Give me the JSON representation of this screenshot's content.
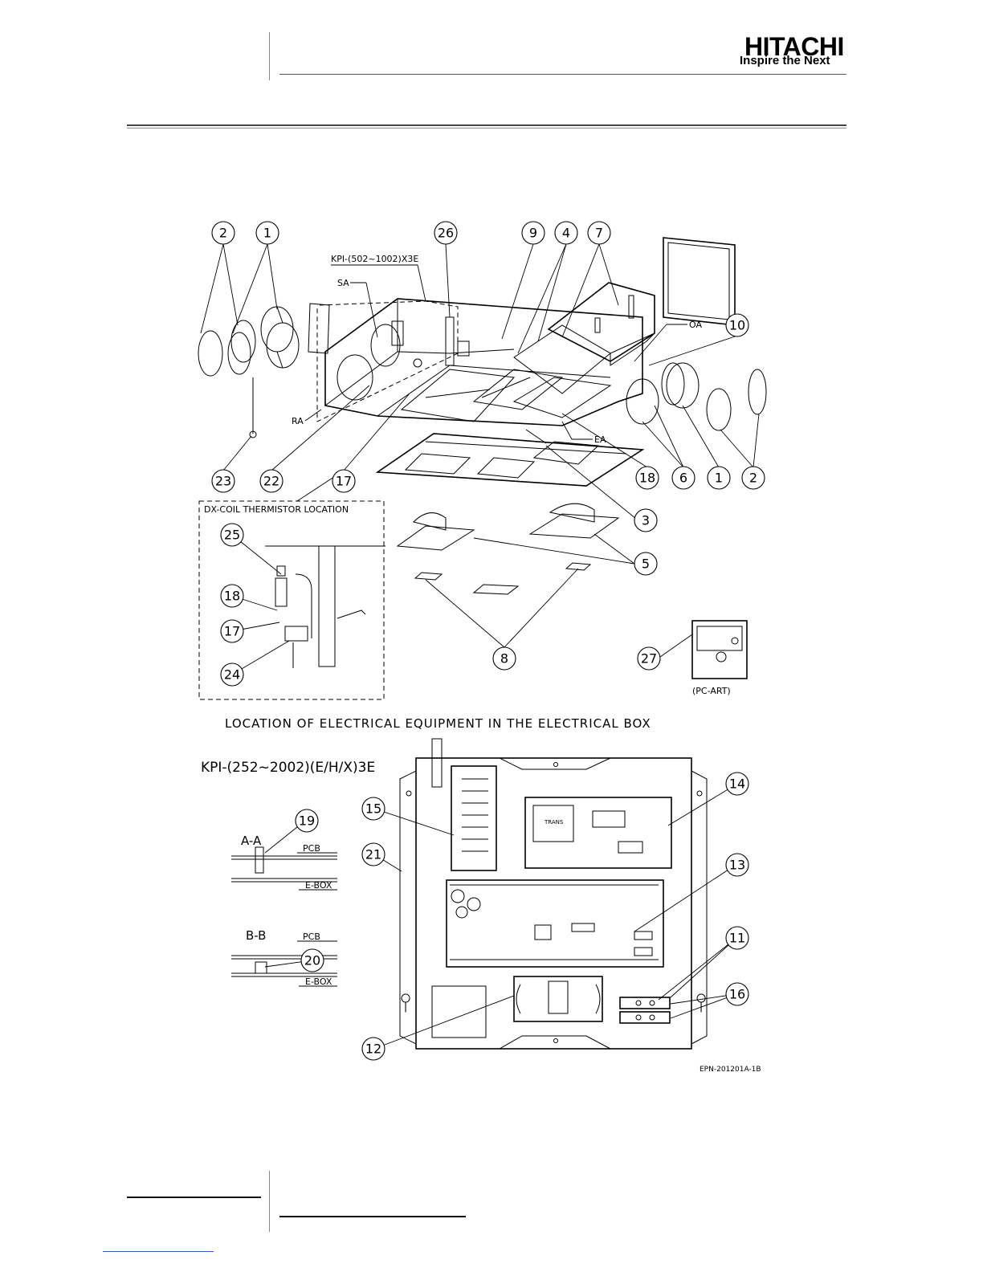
{
  "header": {
    "brand": "HITACHI",
    "tagline": "Inspire the Next"
  },
  "figure": {
    "unit_model_top": "KPI-(502~1002)X3E",
    "port_labels": {
      "sa": "SA",
      "oa": "OA",
      "ra": "RA",
      "ea": "EA"
    },
    "inset_title": "DX-COIL THERMISTOR LOCATION",
    "remote_label": "(PC-ART)",
    "section_title": "LOCATION OF ELECTRICAL EQUIPMENT IN THE ELECTRICAL BOX",
    "unit_model_bottom": "KPI-(252~2002)(E/H/X)3E",
    "section_aa": "A-A",
    "section_bb": "B-B",
    "pcb_label": "PCB",
    "ebox_label": "E-BOX",
    "transformer_label": "TRANS",
    "drawing_number": "EPN-201201A-1B"
  },
  "callouts": [
    "1",
    "2",
    "3",
    "4",
    "5",
    "6",
    "7",
    "8",
    "9",
    "10",
    "11",
    "12",
    "13",
    "14",
    "15",
    "16",
    "17",
    "18",
    "19",
    "20",
    "21",
    "22",
    "23",
    "24",
    "25",
    "26",
    "27"
  ]
}
